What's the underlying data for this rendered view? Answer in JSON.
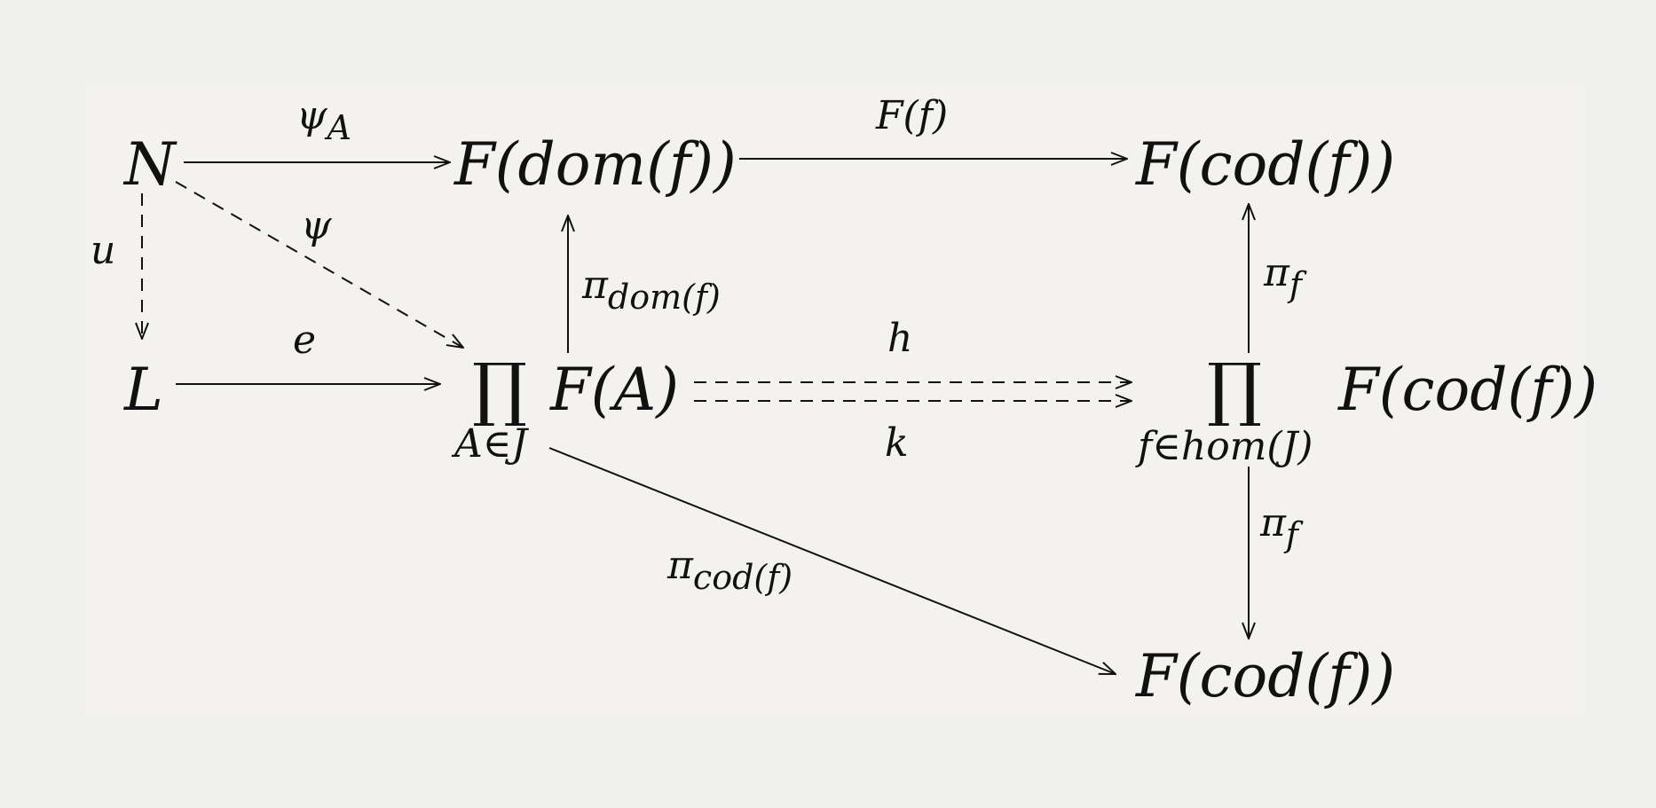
{
  "objects": {
    "n": "N",
    "l": "L",
    "f_dom_f": "F(dom(f))",
    "f_cod_f_top": "F(cod(f))",
    "prod_symbol_left": "∏",
    "prod_left_sub": "A∈J",
    "prod_left_term": "F(A)",
    "prod_symbol_right": "∏",
    "prod_right_sub": "f∈hom(J)",
    "prod_right_term": "F(cod(f))",
    "f_cod_f_bottom": "F(cod(f))"
  },
  "morphisms": {
    "psi_a": "ψ",
    "psi_a_sub": "A",
    "psi": "ψ",
    "u": "u",
    "e": "e",
    "ff": "F(f)",
    "pi_dom_f": "π",
    "pi_dom_f_sub": "dom(f)",
    "pi_f_top": "π",
    "pi_f_top_sub": "f",
    "h": "h",
    "k": "k",
    "pi_f_bottom": "π",
    "pi_f_bottom_sub": "f",
    "pi_cod_f": "π",
    "pi_cod_f_sub": "cod(f)"
  }
}
